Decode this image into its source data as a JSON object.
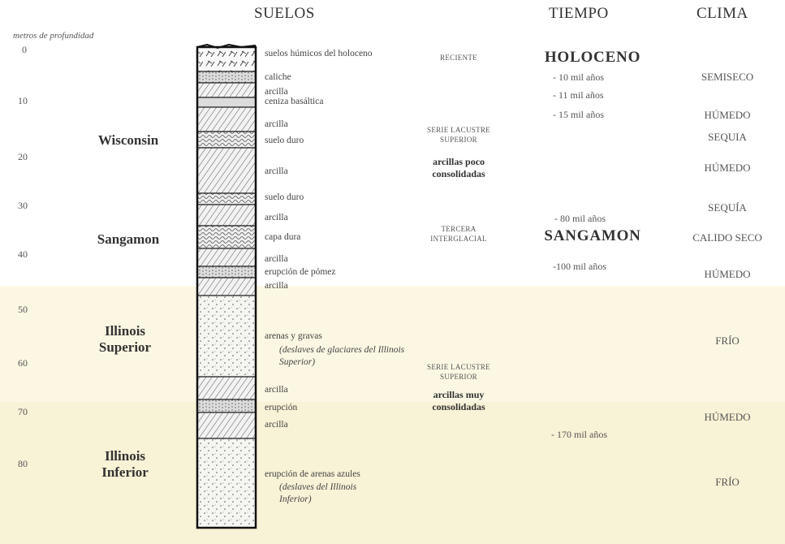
{
  "headers": {
    "suelos": "SUELOS",
    "tiempo": "TIEMPO",
    "clima": "CLIMA"
  },
  "depth_label": "metros de profundidad",
  "depth_ticks": [
    "0",
    "10",
    "20",
    "30",
    "40",
    "50",
    "60",
    "70",
    "80"
  ],
  "eras": {
    "wisconsin": "Wisconsin",
    "sangamon": "Sangamon",
    "illinois_sup": "Illinois Superior",
    "illinois_inf": "Illinois Inferior"
  },
  "layers": [
    "suelos húmicos del holoceno",
    "caliche",
    "arcilla",
    "ceniza basáltica",
    "arcilla",
    "suelo duro",
    "arcilla",
    "suelo duro",
    "arcilla",
    "capa dura",
    "arcilla",
    "erupción de pómez",
    "arcilla",
    "arenas y gravas",
    "(deslaves de glaciares del Illinois Superior)",
    "arcilla",
    "erupción",
    "arcilla",
    "erupción de arenas azules",
    "(deslaves del Illinois Inferior)"
  ],
  "series": {
    "reciente": "RECIENTE",
    "lac_sup_1": "SERIE LACUSTRE SUPERIOR",
    "poco": "arcillas poco consolidadas",
    "tercera": "TERCERA INTERGLACIAL",
    "lac_sup_2": "SERIE LACUSTRE SUPERIOR",
    "muy": "arcillas muy consolidadas"
  },
  "tiempo": {
    "holoceno": "HOLOCENO",
    "t10": "- 10 mil años",
    "t11": "- 11 mil años",
    "t15": "- 15 mil años",
    "t80": "- 80 mil años",
    "sangamon": "SANGAMON",
    "t100": "-100 mil años",
    "t170": "- 170 mil años"
  },
  "clima": [
    "SEMISECO",
    "HÚMEDO",
    "SEQUIA",
    "HÚMEDO",
    "SEQUÍA",
    "CALIDO SECO",
    "HÚMEDO",
    "FRÍO",
    "HÚMEDO",
    "FRÍO"
  ],
  "colors": {
    "band_illinois_sup": "#fbf7e3",
    "band_illinois_inf": "#f8f2d6",
    "ink": "#333333"
  }
}
